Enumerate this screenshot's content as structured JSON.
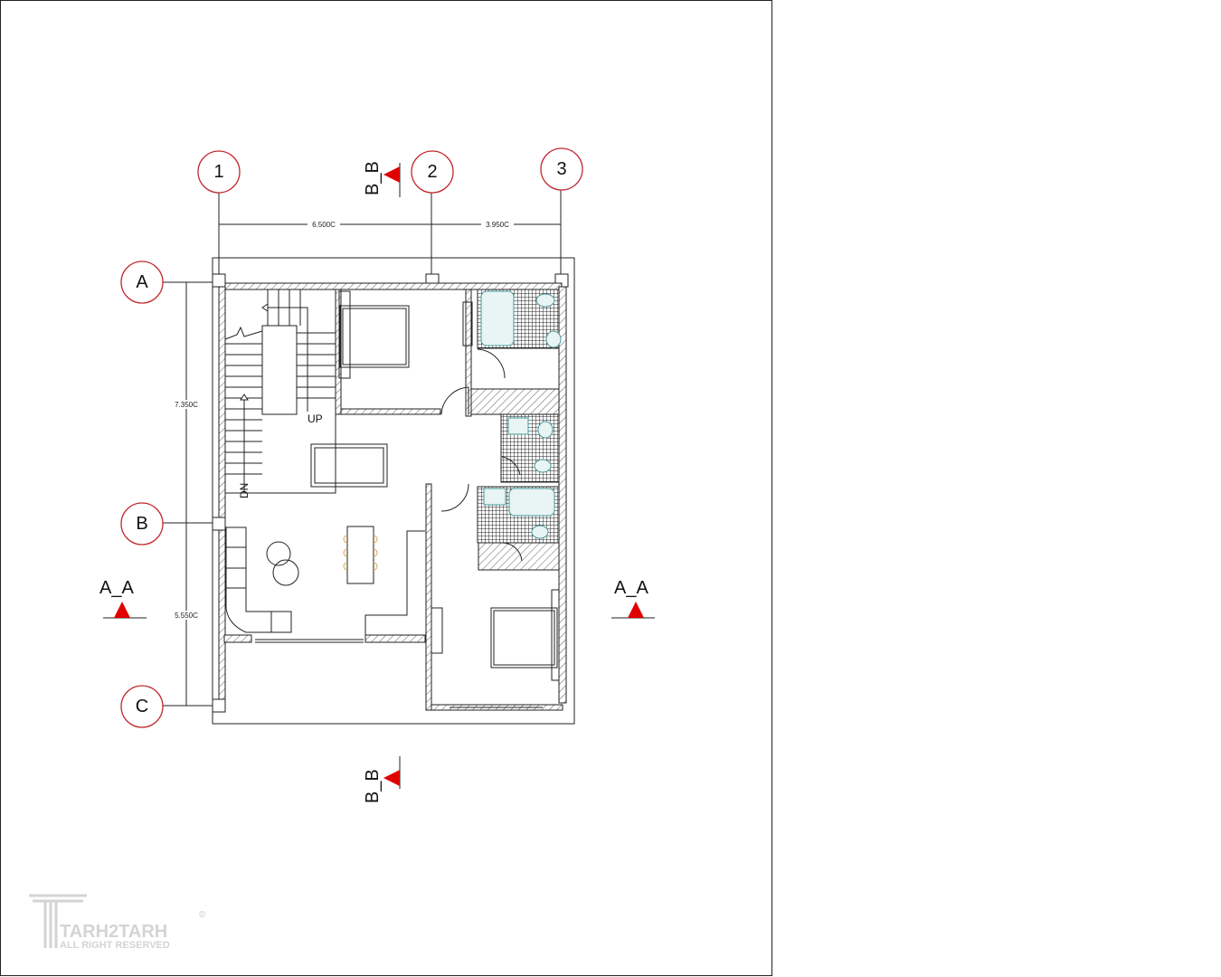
{
  "drawing": {
    "grid_columns": [
      "1",
      "2",
      "3"
    ],
    "grid_rows": [
      "A",
      "B",
      "C"
    ],
    "dimensions": {
      "horizontal": [
        "6.500C",
        "3.950C"
      ],
      "vertical": [
        "7.350C",
        "5.550C"
      ]
    },
    "section_marks": {
      "top": "B_B",
      "bottom": "B_B",
      "left": "A_A",
      "right": "A_A"
    },
    "stair_labels": {
      "up": "UP",
      "down": "DN"
    },
    "colors": {
      "section_marker": "#e00000",
      "grid_bubble": "#c0282d",
      "fixture": "#4a9a9a"
    }
  },
  "watermark": {
    "brand": "TARH2TARH",
    "tagline": "ALL RIGHT RESERVED",
    "copyright": "©"
  }
}
